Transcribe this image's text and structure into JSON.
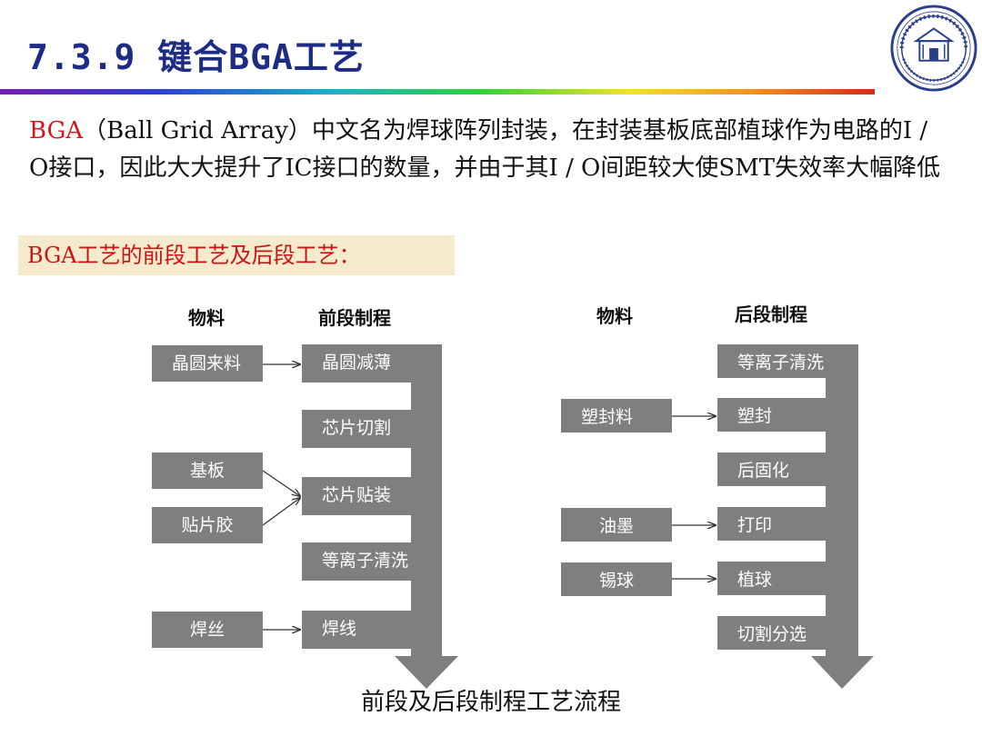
{
  "slide": {
    "title": "7.3.9 键合BGA工艺",
    "intro_highlight": "BGA",
    "intro_rest": "（Ball Grid Array）中文名为焊球阵列封装，在封装基板底部植球作为电路的I / O接口，因此大大提升了IC接口的数量，并由于其I / O间距较大使SMT失效率大幅降低",
    "subheading": "BGA工艺的前段工艺及后段工艺：",
    "caption": "前段及后段制程工艺流程",
    "seal_label": "university-seal"
  },
  "front": {
    "material_header": "物料",
    "process_header": "前段制程",
    "materials": [
      "晶圆来料",
      "基板",
      "贴片胶",
      "焊丝"
    ],
    "steps": [
      "晶圆减薄",
      "芯片切割",
      "芯片贴装",
      "等离子清洗",
      "焊线"
    ]
  },
  "back": {
    "material_header": "物料",
    "process_header": "后段制程",
    "materials": [
      "塑封料",
      "油墨",
      "锡球"
    ],
    "steps": [
      "等离子清洗",
      "塑封",
      "后固化",
      "打印",
      "植球",
      "切割分选"
    ]
  },
  "colors": {
    "title": "#1f2c86",
    "highlight": "#d41515",
    "box": "#7f7f7f",
    "subhead_bg": "#f5eacb"
  }
}
